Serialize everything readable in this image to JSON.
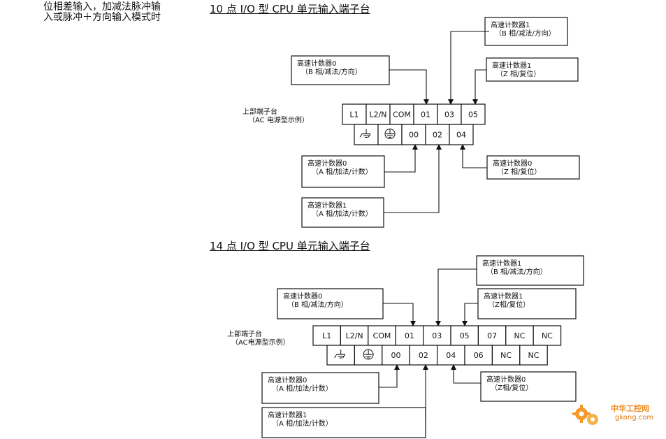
{
  "intro": {
    "line1": "位相差输入，加减法脉冲输",
    "line2": "入或脉冲＋方向输入模式时"
  },
  "sections": [
    {
      "heading": "10 点 I/O 型 CPU 单元输入端子台",
      "side_label": [
        "上部端子台",
        "（AC 电源型示例）"
      ],
      "upper_row": [
        "L1",
        "L2/N",
        "COM",
        "01",
        "03",
        "05"
      ],
      "lower_row": [
        "",
        "",
        "00",
        "02",
        "04"
      ],
      "callouts": [
        {
          "lines": [
            "高速计数器1",
            "（B 相/减法/方向）"
          ],
          "terminal": "03"
        },
        {
          "lines": [
            "高速计数器0",
            "（B 相/减法/方向）"
          ],
          "terminal": "01"
        },
        {
          "lines": [
            "高速计数器1",
            "（Z 相/复位）"
          ],
          "terminal": "05"
        },
        {
          "lines": [
            "高速计数器0",
            "（A 相/加法/计数）"
          ],
          "terminal": "00"
        },
        {
          "lines": [
            "高速计数器0",
            "（Z 相/复位）"
          ],
          "terminal": "04"
        },
        {
          "lines": [
            "高速计数器1",
            "（A 相/加法/计数）"
          ],
          "terminal": "02"
        }
      ]
    },
    {
      "heading": "14 点 I/O 型 CPU 单元输入端子台",
      "side_label": [
        "上部端子台",
        "（AC电源型示例）"
      ],
      "upper_row": [
        "L1",
        "L2/N",
        "COM",
        "01",
        "03",
        "05",
        "07",
        "NC",
        "NC"
      ],
      "lower_row": [
        "",
        "",
        "00",
        "02",
        "04",
        "06",
        "NC",
        "NC"
      ],
      "callouts": [
        {
          "lines": [
            "高速计数器1",
            "（B 相/减法/方向）"
          ],
          "terminal": "03"
        },
        {
          "lines": [
            "高速计数器0",
            "（B 相/减法/方向）"
          ],
          "terminal": "01"
        },
        {
          "lines": [
            "高速计数器1",
            "（Z相/复位）"
          ],
          "terminal": "05"
        },
        {
          "lines": [
            "高速计数器0",
            "（A 相/加法/计数）"
          ],
          "terminal": "00"
        },
        {
          "lines": [
            "高速计数器0",
            "（Z相/复位）"
          ],
          "terminal": "04"
        },
        {
          "lines": [
            "高速计数器1",
            "（A 相/加法/计数）"
          ],
          "terminal": "02"
        }
      ]
    }
  ],
  "icons": {
    "ground_lower_1": "functional-ground-icon",
    "ground_lower_2": "protective-ground-icon"
  },
  "watermark": {
    "brand": "中华工控网",
    "site": "gkong.com",
    "color": "#f08a1c"
  }
}
